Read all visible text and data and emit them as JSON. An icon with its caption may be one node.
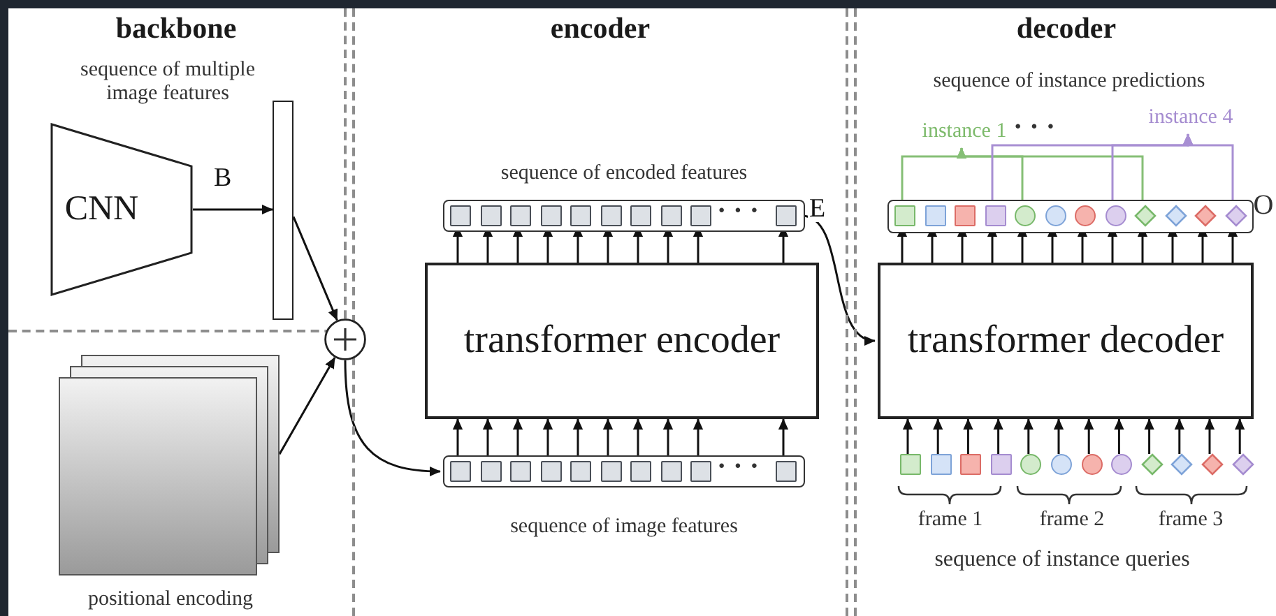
{
  "diagram": {
    "nodes": [
      {
        "text": [
          "backbone"
        ]
      },
      {
        "text": [
          "CNN"
        ],
        "in": 0
      },
      {
        "text": [],
        "shape": "bar",
        "in": 0
      },
      {
        "text": [
          "encoder"
        ]
      },
      {
        "text": [
          "sequence of encoded features"
        ],
        "in": 3
      },
      {
        "text": [],
        "shape": "box",
        "in": 4
      },
      {
        "text": [],
        "shape": "box",
        "in": 4
      },
      {
        "text": [],
        "shape": "box",
        "in": 4
      },
      {
        "text": [],
        "shape": "box",
        "in": 4
      },
      {
        "text": [],
        "shape": "box",
        "in": 4
      },
      {
        "text": [],
        "shape": "box",
        "in": 4
      },
      {
        "text": [],
        "shape": "box",
        "in": 4
      },
      {
        "text": [],
        "shape": "box",
        "in": 4
      },
      {
        "text": [],
        "shape": "box",
        "in": 4
      },
      {
        "text": [],
        "shape": "box",
        "in": 4
      },
      {
        "text": [
          "transformer encoder"
        ],
        "in": 3
      },
      {
        "text": [
          "sequence of image features"
        ],
        "in": 3
      },
      {
        "text": [],
        "shape": "box",
        "in": 16
      },
      {
        "text": [],
        "shape": "box",
        "in": 16
      },
      {
        "text": [],
        "shape": "box",
        "in": 16
      },
      {
        "text": [],
        "shape": "box",
        "in": 16
      },
      {
        "text": [],
        "shape": "box",
        "in": 16
      },
      {
        "text": [],
        "shape": "box",
        "in": 16
      },
      {
        "text": [],
        "shape": "box",
        "in": 16
      },
      {
        "text": [],
        "shape": "box",
        "in": 16
      },
      {
        "text": [],
        "shape": "box",
        "in": 16
      },
      {
        "text": [],
        "shape": "box",
        "in": 16
      },
      {
        "text": [
          "decoder"
        ]
      },
      {
        "text": [
          "instance 1"
        ],
        "in": 27
      },
      {
        "text": [
          "instance 4"
        ],
        "in": 27
      },
      {
        "text": [],
        "shape": "box",
        "in": 27
      },
      {
        "text": [],
        "shape": "box",
        "in": 30
      },
      {
        "text": [],
        "shape": "box",
        "in": 30
      },
      {
        "text": [],
        "shape": "box",
        "in": 30
      },
      {
        "text": [],
        "shape": "box",
        "in": 30
      },
      {
        "text": [],
        "shape": "circle",
        "in": 30
      },
      {
        "text": [],
        "shape": "circle",
        "in": 30
      },
      {
        "text": [],
        "shape": "circle",
        "in": 30
      },
      {
        "text": [],
        "shape": "circle",
        "in": 30
      },
      {
        "text": [],
        "shape": "diamond",
        "in": 30
      },
      {
        "text": [],
        "shape": "diamond",
        "in": 30
      },
      {
        "text": [],
        "shape": "diamond",
        "in": 30
      },
      {
        "text": [],
        "shape": "diamond",
        "in": 30
      },
      {
        "text": [
          "transformer decoder"
        ],
        "in": 27
      },
      {
        "text": [],
        "shape": "box",
        "in": 27
      },
      {
        "text": [],
        "shape": "box",
        "in": 27
      },
      {
        "text": [],
        "shape": "box",
        "in": 27
      },
      {
        "text": [],
        "shape": "box",
        "in": 27
      },
      {
        "text": [],
        "shape": "circle",
        "in": 27
      },
      {
        "text": [],
        "shape": "circle",
        "in": 27
      },
      {
        "text": [],
        "shape": "circle",
        "in": 27
      },
      {
        "text": [],
        "shape": "circle",
        "in": 27
      },
      {
        "text": [],
        "shape": "diamond",
        "in": 27
      },
      {
        "text": [],
        "shape": "diamond",
        "in": 27
      },
      {
        "text": [],
        "shape": "diamond",
        "in": 27
      },
      {
        "text": [],
        "shape": "diamond",
        "in": 27
      },
      {
        "text": [],
        "shape": "circle"
      },
      {
        "text": [
          "positional encoding"
        ]
      }
    ],
    "edges": [
      {
        "from": 1,
        "to": 2,
        "arrow": "to",
        "label": "B"
      },
      {
        "from": 2,
        "to": 56,
        "arrow": "to"
      },
      {
        "from": 57,
        "to": 56,
        "arrow": "to"
      },
      {
        "from": 56,
        "to": 16,
        "arrow": "to"
      },
      {
        "from": 17,
        "to": 15,
        "arrow": "to"
      },
      {
        "from": 18,
        "to": 15,
        "arrow": "to"
      },
      {
        "from": 19,
        "to": 15,
        "arrow": "to"
      },
      {
        "from": 20,
        "to": 15,
        "arrow": "to"
      },
      {
        "from": 21,
        "to": 15,
        "arrow": "to"
      },
      {
        "from": 22,
        "to": 15,
        "arrow": "to"
      },
      {
        "from": 23,
        "to": 15,
        "arrow": "to"
      },
      {
        "from": 24,
        "to": 15,
        "arrow": "to"
      },
      {
        "from": 25,
        "to": 15,
        "arrow": "to"
      },
      {
        "from": 26,
        "to": 15,
        "arrow": "to"
      },
      {
        "from": 15,
        "to": 5,
        "arrow": "to"
      },
      {
        "from": 15,
        "to": 6,
        "arrow": "to"
      },
      {
        "from": 15,
        "to": 7,
        "arrow": "to"
      },
      {
        "from": 15,
        "to": 8,
        "arrow": "to"
      },
      {
        "from": 15,
        "to": 9,
        "arrow": "to"
      },
      {
        "from": 15,
        "to": 10,
        "arrow": "to"
      },
      {
        "from": 15,
        "to": 11,
        "arrow": "to"
      },
      {
        "from": 15,
        "to": 12,
        "arrow": "to"
      },
      {
        "from": 15,
        "to": 13,
        "arrow": "to"
      },
      {
        "from": 15,
        "to": 14,
        "arrow": "to"
      },
      {
        "from": 4,
        "to": 43,
        "arrow": "to",
        "label": "E"
      },
      {
        "from": 44,
        "to": 43,
        "arrow": "to"
      },
      {
        "from": 45,
        "to": 43,
        "arrow": "to"
      },
      {
        "from": 46,
        "to": 43,
        "arrow": "to"
      },
      {
        "from": 47,
        "to": 43,
        "arrow": "to"
      },
      {
        "from": 48,
        "to": 43,
        "arrow": "to"
      },
      {
        "from": 49,
        "to": 43,
        "arrow": "to"
      },
      {
        "from": 50,
        "to": 43,
        "arrow": "to"
      },
      {
        "from": 51,
        "to": 43,
        "arrow": "to"
      },
      {
        "from": 52,
        "to": 43,
        "arrow": "to"
      },
      {
        "from": 53,
        "to": 43,
        "arrow": "to"
      },
      {
        "from": 54,
        "to": 43,
        "arrow": "to"
      },
      {
        "from": 55,
        "to": 43,
        "arrow": "to"
      },
      {
        "from": 43,
        "to": 31,
        "arrow": "to"
      },
      {
        "from": 43,
        "to": 32,
        "arrow": "to"
      },
      {
        "from": 43,
        "to": 33,
        "arrow": "to"
      },
      {
        "from": 43,
        "to": 34,
        "arrow": "to"
      },
      {
        "from": 43,
        "to": 35,
        "arrow": "to"
      },
      {
        "from": 43,
        "to": 36,
        "arrow": "to"
      },
      {
        "from": 43,
        "to": 37,
        "arrow": "to"
      },
      {
        "from": 43,
        "to": 38,
        "arrow": "to"
      },
      {
        "from": 43,
        "to": 39,
        "arrow": "to"
      },
      {
        "from": 43,
        "to": 40,
        "arrow": "to"
      },
      {
        "from": 43,
        "to": 41,
        "arrow": "to"
      },
      {
        "from": 43,
        "to": 42,
        "arrow": "to"
      },
      {
        "from": 31,
        "to": 28,
        "arrow": "to",
        "color": "#86bf76"
      },
      {
        "from": 35,
        "to": 28,
        "arrow": "to",
        "color": "#86bf76"
      },
      {
        "from": 39,
        "to": 28,
        "arrow": "to",
        "color": "#86bf76"
      },
      {
        "from": 34,
        "to": 29,
        "arrow": "to",
        "color": "#a88fd3"
      },
      {
        "from": 38,
        "to": 29,
        "arrow": "to",
        "color": "#a88fd3"
      },
      {
        "from": 42,
        "to": 29,
        "arrow": "to",
        "color": "#a88fd3"
      }
    ],
    "labels": [
      "sequence of multiple image features",
      "sequence of instance predictions",
      "· · ·",
      "· · ·",
      "O",
      "· · ·",
      "frame 1",
      "frame 2",
      "frame 3",
      "sequence of instance queries"
    ]
  }
}
